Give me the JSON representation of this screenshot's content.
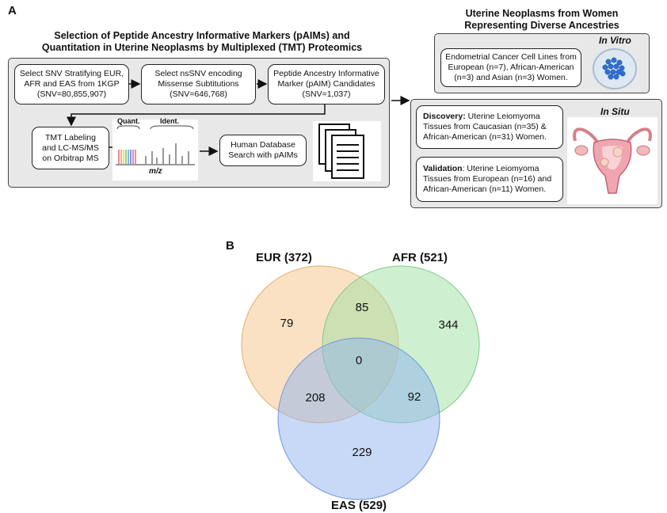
{
  "panel_a": {
    "label": "A",
    "left_title_1": "Selection of Peptide Ancestry Informative Markers (pAIMs) and",
    "left_title_2": "Quantitation in Uterine Neoplasms by Multiplexed (TMT) Proteomics",
    "box_1": [
      "Select SNV Stratifying EUR,",
      "AFR and EAS from 1KGP",
      "(SNV=80,855,907)"
    ],
    "box_2": [
      "Select nsSNV encoding",
      "Missense Subtitutions",
      "(SNV=646,768)"
    ],
    "box_3": [
      "Peptide Ancestry Informative",
      "Marker (pAIM) Candidates",
      "(SNV=1,037)"
    ],
    "box_4": [
      "TMT Labeling",
      "and LC-MS/MS",
      "on Orbitrap MS"
    ],
    "spectrum": {
      "quant_label": "Quant.",
      "ident_label": "Ident.",
      "axis_label": "m/z"
    },
    "box_5": [
      "Human Database",
      "Search with pAIMs"
    ],
    "right_title_1": "Uterine Neoplasms from Women",
    "right_title_2": "Representing Diverse Ancestries",
    "in_vitro_title": "In Vitro",
    "in_vitro_box": [
      "Endometrial Cancer Cell Lines from",
      "European (n=7), African-American",
      "(n=3) and Asian (n=3) Women."
    ],
    "in_situ_title": "In Situ",
    "discovery_bold": "Discovery:",
    "discovery_rest": " Uterine Leiomyoma",
    "discovery_lines": [
      "Tissues from Caucasian (n=35) &",
      "African-American (n=31) Women."
    ],
    "validation_bold": "Validation",
    "validation_rest": ": Uterine Leiomyoma",
    "validation_lines": [
      "Tissues from European (n=16) and",
      "African-American (n=11) Women."
    ],
    "icons": [
      "petri-dish-cells-icon",
      "uterus-icon",
      "document-stack-icon",
      "mass-spectrum-icon"
    ]
  },
  "panel_b": {
    "label": "B",
    "sets": [
      {
        "name": "EUR (372)",
        "color": "#f6c48a"
      },
      {
        "name": "AFR (521)",
        "color": "#9fe0a4"
      },
      {
        "name": "EAS (529)",
        "color": "#8fb4ee"
      }
    ],
    "regions": {
      "eur_only": "79",
      "afr_only": "344",
      "eas_only": "229",
      "eur_afr": "85",
      "eur_eas": "208",
      "afr_eas": "92",
      "all": "0"
    }
  }
}
